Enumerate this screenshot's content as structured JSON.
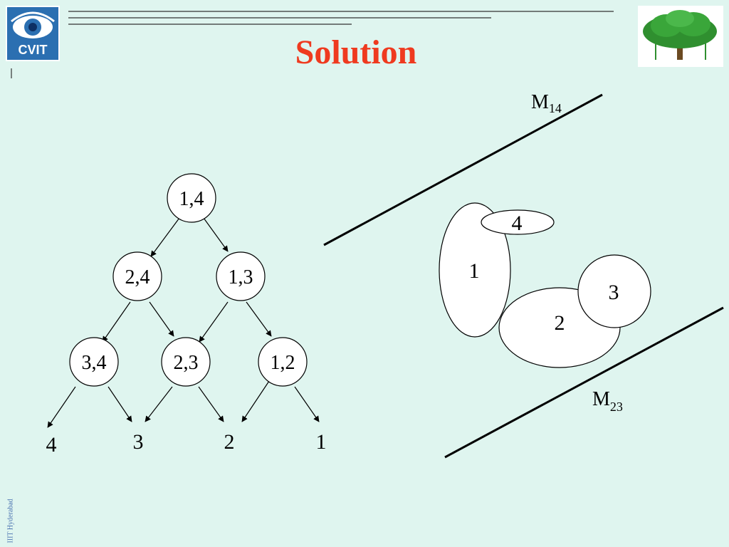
{
  "slide": {
    "title": "Solution",
    "logo_left_text": "CVIT",
    "side_label": "IIIT Hyderabad"
  },
  "tree": {
    "nodes": [
      {
        "id": "n14",
        "label": "1,4"
      },
      {
        "id": "n24",
        "label": "2,4"
      },
      {
        "id": "n13",
        "label": "1,3"
      },
      {
        "id": "n34",
        "label": "3,4"
      },
      {
        "id": "n23",
        "label": "2,3"
      },
      {
        "id": "n12",
        "label": "1,2"
      }
    ],
    "leaves": [
      {
        "id": "l4",
        "label": "4"
      },
      {
        "id": "l3",
        "label": "3"
      },
      {
        "id": "l2",
        "label": "2"
      },
      {
        "id": "l1",
        "label": "1"
      }
    ],
    "edges": [
      [
        "n14",
        "n24"
      ],
      [
        "n14",
        "n13"
      ],
      [
        "n24",
        "n34"
      ],
      [
        "n24",
        "n23"
      ],
      [
        "n13",
        "n23"
      ],
      [
        "n13",
        "n12"
      ],
      [
        "n34",
        "l4"
      ],
      [
        "n34",
        "l3"
      ],
      [
        "n23",
        "l3"
      ],
      [
        "n23",
        "l2"
      ],
      [
        "n12",
        "l2"
      ],
      [
        "n12",
        "l1"
      ]
    ]
  },
  "clusters": {
    "region1": "1",
    "region2": "2",
    "region3": "3",
    "region4": "4",
    "line_top_main": "M",
    "line_top_sub": "14",
    "line_bottom_main": "M",
    "line_bottom_sub": "23"
  }
}
